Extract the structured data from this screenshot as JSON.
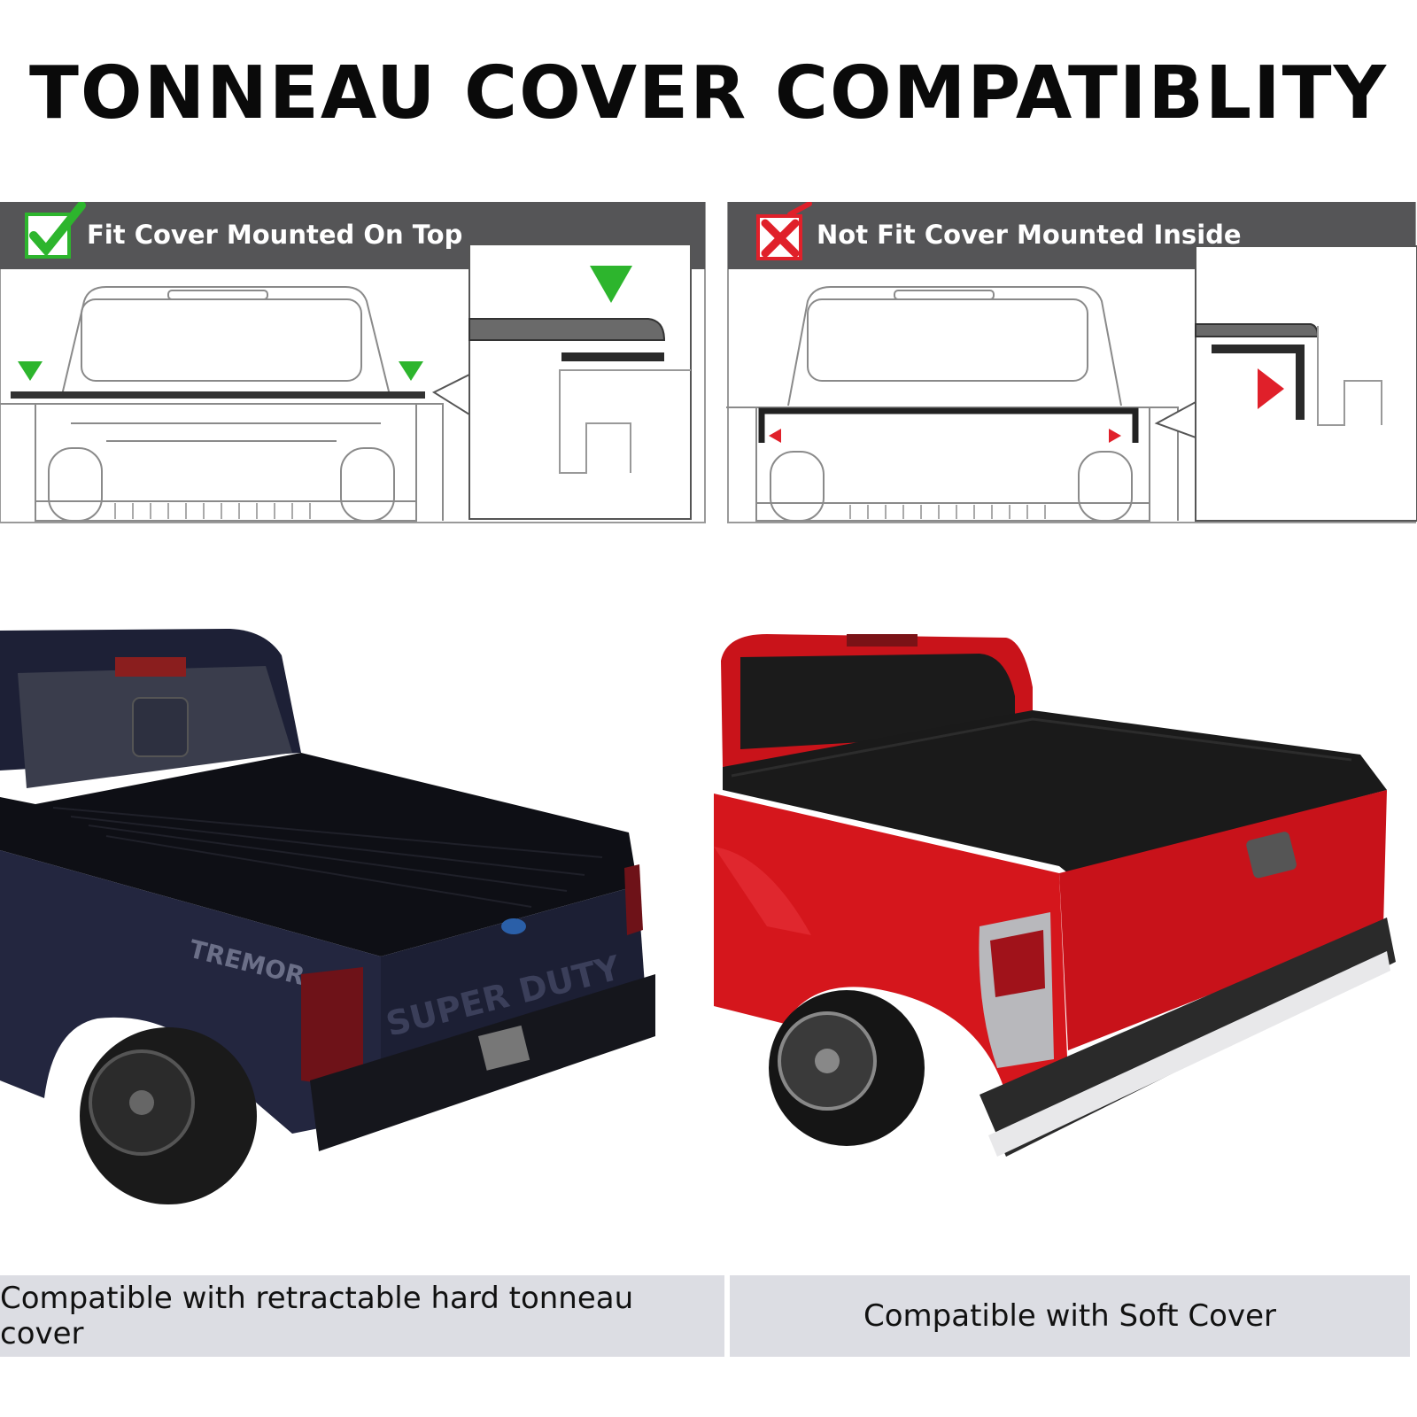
{
  "title": "TONNEAU COVER COMPATIBLITY",
  "panels": {
    "fit": {
      "label": "Fit Cover Mounted On Top",
      "status_icon": "check-icon",
      "accent": "#2db52d"
    },
    "not_fit": {
      "label": "Not Fit Cover Mounted Inside",
      "status_icon": "x-icon",
      "accent": "#e0202a"
    }
  },
  "trucks": {
    "left": {
      "brand_text": "TREMOR",
      "tailgate_text": "SUPER DUTY",
      "body_color": "#23263f"
    },
    "right": {
      "body_color": "#d5161c"
    }
  },
  "captions": {
    "left": "Compatible with retractable hard tonneau cover",
    "right": "Compatible with Soft Cover"
  },
  "colors": {
    "banner": "#555557",
    "caption_bg": "#dcdde3"
  }
}
